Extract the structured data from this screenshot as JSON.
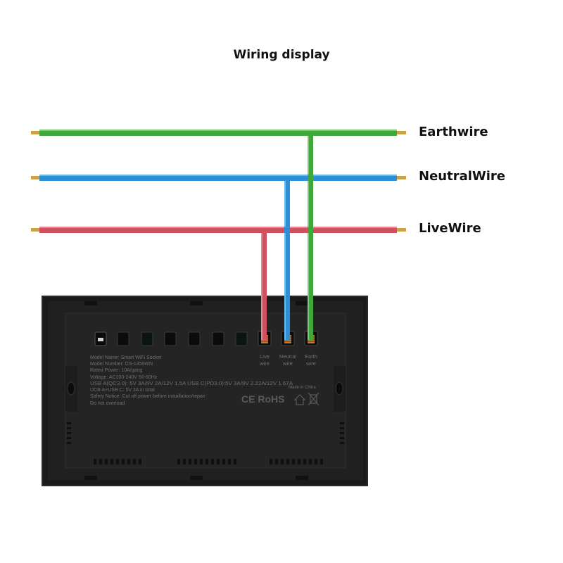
{
  "title": "Wiring display",
  "wires": {
    "earth": {
      "label": "Earthwire",
      "color": "#3fa83a"
    },
    "neutral": {
      "label": "NeutralWire",
      "color": "#2f8fd6"
    },
    "live": {
      "label": "LiveWire",
      "color": "#d0505f"
    }
  },
  "device": {
    "terminals": [
      {
        "label_line1": "Live",
        "label_line2": "wire"
      },
      {
        "label_line1": "Neutral",
        "label_line2": "wire"
      },
      {
        "label_line1": "Earth",
        "label_line2": "wire"
      }
    ],
    "spec_lines": [
      "Model Name: Smart WiFi Socket",
      "Model Number: DS-1450WN",
      "Rated Power: 10A/gang",
      "Voltage: AC100-240V 50-60Hz",
      "USB A(QC3.0): 5V 3A/9V 2A/12V 1.5A USB C(PD3.0):5V 3A/9V 2.22A/12V 1.67A",
      "UCB A+USB C: 5V 3A in total",
      "Safety Notice: Cut off power before installation/repair",
      "Do not overload"
    ],
    "made_in": "Made in China",
    "cert_marks": "CE RoHS"
  }
}
